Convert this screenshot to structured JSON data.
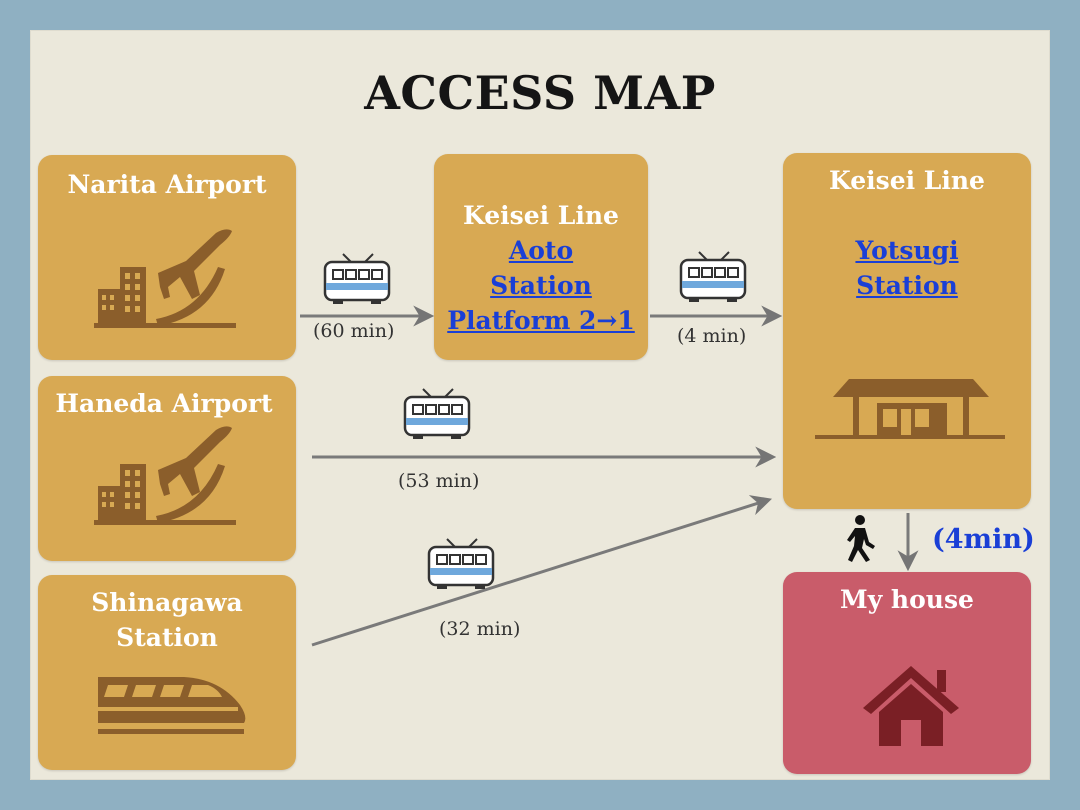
{
  "title": "ACCESS MAP",
  "nodes": {
    "narita": {
      "name": "Narita Airport"
    },
    "haneda": {
      "name": "Haneda Airport"
    },
    "shinagawa": {
      "name_line1": "Shinagawa",
      "name_line2": "Station"
    },
    "aoto": {
      "line": "Keisei Line",
      "station_line1": "Aoto",
      "station_line2": "Station",
      "platform": "Platform 2→1"
    },
    "yotsugi": {
      "line": "Keisei Line",
      "station_line1": "Yotsugi",
      "station_line2": "Station"
    },
    "house": {
      "name": "My house"
    }
  },
  "routes": {
    "narita_aoto": {
      "time": "(60 min)",
      "mode": "train-icon"
    },
    "aoto_yotsugi": {
      "time": "(4 min)",
      "mode": "train-icon"
    },
    "haneda_yotsugi": {
      "time": "(53 min)",
      "mode": "train-icon"
    },
    "shinagawa_yotsugi": {
      "time": "(32 min)",
      "mode": "train-icon"
    },
    "yotsugi_house": {
      "time": "(4min)",
      "mode": "walking-person-icon"
    }
  },
  "colors": {
    "box": "#d8a953",
    "icon": "#8b5e2b",
    "house_box": "#c95c6a",
    "house_icon": "#7a1f25",
    "link": "#1a3fd6",
    "arrow": "#757575"
  }
}
